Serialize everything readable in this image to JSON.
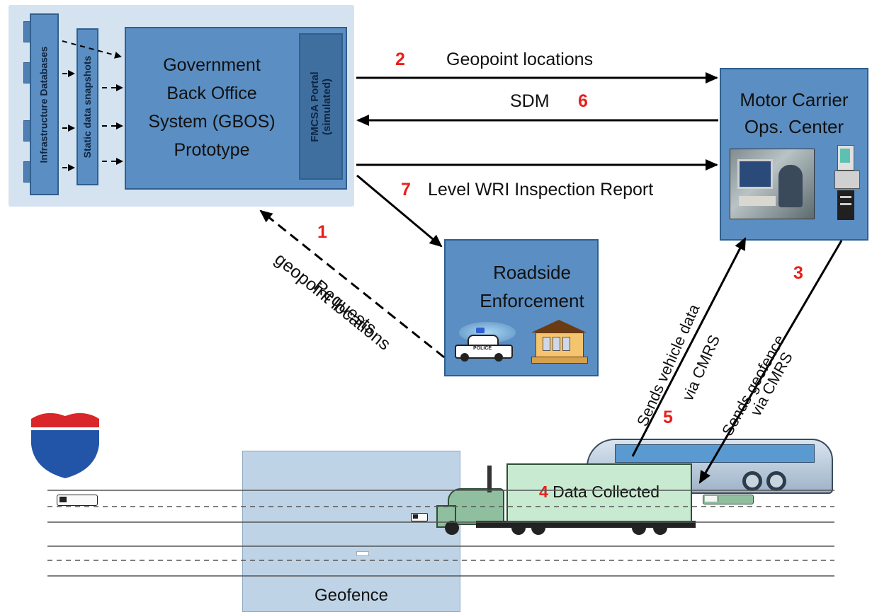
{
  "gbos": {
    "infra_db": "Infrastructure Databases",
    "static_snapshots": "Static data snapshots",
    "title_lines": [
      "Government",
      "Back Office",
      "System (GBOS)",
      "Prototype"
    ],
    "portal_line1": "FMCSA Portal",
    "portal_line2": "(simulated)"
  },
  "carrier": {
    "line1": "Motor Carrier",
    "line2": "Ops. Center"
  },
  "roadside": {
    "line1": "Roadside",
    "line2": "Enforcement",
    "police_text": "POLICE"
  },
  "steps": {
    "s1": {
      "num": "1",
      "line1": "Requests",
      "line2": "geopoint locations"
    },
    "s2": {
      "num": "2",
      "label": "Geopoint locations"
    },
    "s3": {
      "num": "3",
      "line1": "Sends geofence",
      "line2": "via CMRS"
    },
    "s4": {
      "num": "4",
      "label": "Data Collected"
    },
    "s5": {
      "num": "5",
      "line1": "Sends vehicle data",
      "line2": "via CMRS"
    },
    "s6": {
      "num": "6",
      "label": "SDM"
    },
    "s7": {
      "num": "7",
      "label": "Level WRI Inspection Report"
    }
  },
  "geofence": {
    "label": "Geofence"
  },
  "colors": {
    "panel_light": "#d5e3f1",
    "box_blue": "#5b8ec2",
    "box_dark": "#3f6f9f",
    "green_box": "#c8ead0",
    "step_red": "#e8201c",
    "shield_red": "#d9262a",
    "shield_blue": "#2255a8"
  },
  "icons": [
    "police-car-icon",
    "building-icon",
    "computer-operator-photo",
    "computer-tower-icon",
    "interstate-shield-icon",
    "truck-icon",
    "bus-icon",
    "car-icon"
  ]
}
